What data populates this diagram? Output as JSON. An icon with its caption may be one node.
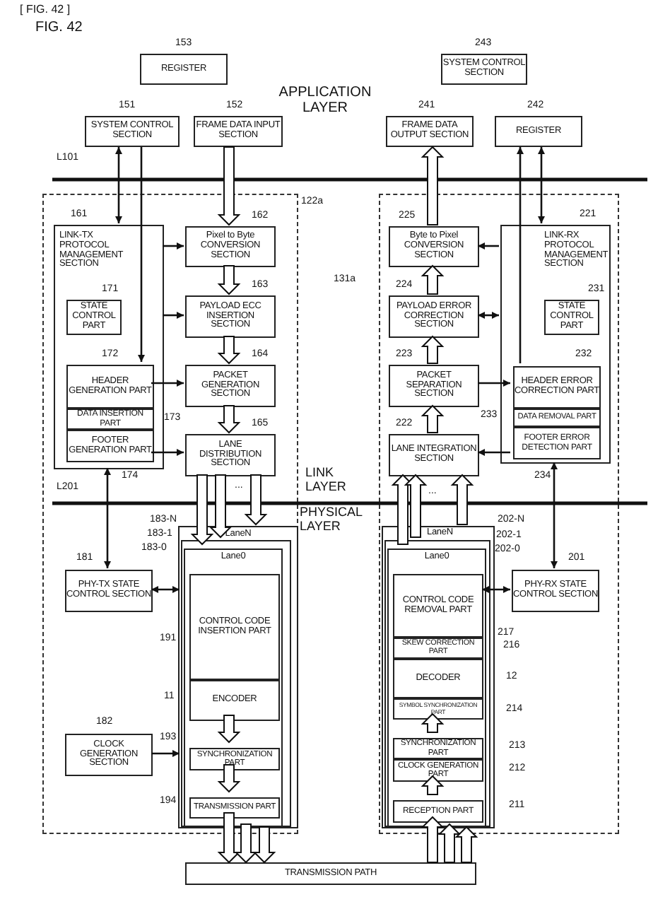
{
  "diagram": {
    "title": "FIG. 42",
    "nodes": [
      {
        "text": [
          "REGISTER"
        ],
        "beside": [
          "153"
        ]
      },
      {
        "text": [
          "SYSTEM CONTROL SECTION"
        ],
        "beside": [
          "243"
        ]
      },
      {
        "text": [
          "SYSTEM CONTROL SECTION"
        ],
        "beside": [
          "151"
        ]
      },
      {
        "text": [
          "FRAME DATA INPUT SECTION"
        ],
        "beside": [
          "152"
        ]
      },
      {
        "text": [
          "FRAME DATA OUTPUT SECTION"
        ],
        "beside": [
          "241"
        ]
      },
      {
        "text": [
          "REGISTER"
        ],
        "beside": [
          "242"
        ]
      },
      {
        "text": [],
        "shape": "box",
        "beside": [
          "122a"
        ]
      },
      {
        "text": [
          "LINK-TX PROTOCOL MANAGEMENT SECTION"
        ],
        "beside": [
          "161"
        ],
        "in": 6
      },
      {
        "text": [
          "STATE CONTROL PART"
        ],
        "beside": [
          "171"
        ],
        "in": 7
      },
      {
        "text": [
          "HEADER GENERATION PART"
        ],
        "beside": [
          "172"
        ],
        "in": 7
      },
      {
        "text": [
          "DATA INSERTION PART"
        ],
        "beside": [
          "173"
        ],
        "in": 7
      },
      {
        "text": [
          "FOOTER GENERATION PART"
        ],
        "beside": [
          "174"
        ],
        "in": 7
      },
      {
        "text": [
          "Pixel to Byte CONVERSION SECTION"
        ],
        "beside": [
          "162"
        ],
        "in": 6
      },
      {
        "text": [
          "PAYLOAD ECC INSERTION SECTION"
        ],
        "beside": [
          "163"
        ],
        "in": 6
      },
      {
        "text": [
          "PACKET GENERATION SECTION"
        ],
        "beside": [
          "164"
        ],
        "in": 6
      },
      {
        "text": [
          "LANE DISTRIBUTION SECTION"
        ],
        "beside": [
          "165"
        ],
        "in": 6
      },
      {
        "text": [],
        "shape": "box",
        "beside": [
          "131a"
        ]
      },
      {
        "text": [
          "Byte to Pixel CONVERSION SECTION"
        ],
        "beside": [
          "225"
        ],
        "in": 16
      },
      {
        "text": [
          "PAYLOAD ERROR CORRECTION SECTION"
        ],
        "beside": [
          "224"
        ],
        "in": 16
      },
      {
        "text": [
          "PACKET SEPARATION SECTION"
        ],
        "beside": [
          "223"
        ],
        "in": 16
      },
      {
        "text": [
          "LANE INTEGRATION SECTION"
        ],
        "beside": [
          "222"
        ],
        "in": 16
      },
      {
        "text": [
          "LINK-RX PROTOCOL MANAGEMENT SECTION"
        ],
        "beside": [
          "221"
        ],
        "in": 16
      },
      {
        "text": [
          "STATE CONTROL PART"
        ],
        "beside": [
          "231"
        ],
        "in": 21
      },
      {
        "text": [
          "HEADER ERROR CORRECTION PART"
        ],
        "beside": [
          "232"
        ],
        "in": 21
      },
      {
        "text": [
          "DATA REMOVAL PART"
        ],
        "in": 21
      },
      {
        "text": [
          "FOOTER ERROR DETECTION PART"
        ],
        "beside": [
          "234"
        ],
        "in": 21
      },
      {
        "text": [
          "PHY-TX STATE CONTROL SECTION"
        ],
        "beside": [
          "181"
        ],
        "in": 6
      },
      {
        "text": [
          "CLOCK GENERATION SECTION"
        ],
        "beside": [
          "182"
        ],
        "in": 6
      },
      {
        "text": [
          "LaneN"
        ],
        "beside": [
          "183-N"
        ],
        "in": 6
      },
      {
        "text": [],
        "shape": "box",
        "beside": [
          "183-1"
        ],
        "in": 28
      },
      {
        "text": [
          "Lane0"
        ],
        "beside": [
          "183-0"
        ],
        "in": 29
      },
      {
        "text": [
          "CONTROL CODE INSERTION PART"
        ],
        "beside": [
          "191"
        ],
        "in": 30
      },
      {
        "text": [
          "ENCODER"
        ],
        "beside": [
          "11"
        ],
        "in": 30
      },
      {
        "text": [
          "SYNCHRONIZATION PART"
        ],
        "in": 30
      },
      {
        "text": [
          "TRANSMISSION PART"
        ],
        "beside": [
          "194"
        ],
        "in": 30
      },
      {
        "text": [
          "LaneN"
        ],
        "beside": [
          "202-N"
        ],
        "in": 16
      },
      {
        "text": [],
        "shape": "box",
        "beside": [
          "202-1"
        ],
        "in": 35
      },
      {
        "text": [
          "Lane0"
        ],
        "beside": [
          "202-0"
        ],
        "in": 36
      },
      {
        "text": [
          "CONTROL CODE REMOVAL PART"
        ],
        "beside": [
          "217"
        ],
        "in": 37
      },
      {
        "text": [
          "SKEW CORRECTION PART"
        ],
        "beside": [
          "216"
        ],
        "in": 37
      },
      {
        "text": [
          "DECODER"
        ],
        "beside": [
          "12"
        ],
        "in": 37
      },
      {
        "text": [
          "SYMBOL SYNCHRONIZATION PART"
        ],
        "beside": [
          "214"
        ],
        "in": 37
      },
      {
        "text": [
          "SYNCHRONIZATION PART"
        ],
        "beside": [
          "213"
        ],
        "in": 37
      },
      {
        "text": [
          "CLOCK GENERATION PART"
        ],
        "beside": [
          "212"
        ],
        "in": 37
      },
      {
        "text": [
          "RECEPTION PART"
        ],
        "beside": [
          "211"
        ],
        "in": 37
      },
      {
        "text": [
          "PHY-RX STATE CONTROL SECTION"
        ],
        "beside": [
          "201"
        ],
        "in": 16
      },
      {
        "text": [
          "TRANSMISSION PATH"
        ]
      }
    ],
    "edges": [
      {
        "from": 2,
        "to": 7,
        "arrow": "both"
      },
      {
        "from": 2,
        "to": 9,
        "arrow": "to"
      },
      {
        "from": 3,
        "to": 12,
        "arrow": "to",
        "style": "thick"
      },
      {
        "from": 7,
        "to": 12,
        "arrow": "to"
      },
      {
        "from": 7,
        "to": 13,
        "arrow": "to"
      },
      {
        "from": 12,
        "to": 13,
        "arrow": "to",
        "style": "thick"
      },
      {
        "from": 13,
        "to": 14,
        "arrow": "to",
        "style": "thick"
      },
      {
        "from": 9,
        "to": 14,
        "arrow": "to"
      },
      {
        "from": 14,
        "to": 15,
        "arrow": "to",
        "style": "thick"
      },
      {
        "from": 11,
        "to": 15,
        "arrow": "to"
      },
      {
        "from": 15,
        "to": 30,
        "arrow": "to",
        "style": "thick"
      },
      {
        "from": 15,
        "to": 29,
        "arrow": "to",
        "style": "thick"
      },
      {
        "from": 15,
        "to": 28,
        "arrow": "to",
        "style": "thick"
      },
      {
        "from": 7,
        "to": 26,
        "arrow": "both"
      },
      {
        "from": 26,
        "to": 30,
        "arrow": "both"
      },
      {
        "from": 27,
        "to": 30,
        "arrow": "to"
      },
      {
        "from": 32,
        "to": 33,
        "arrow": "to",
        "style": "thick"
      },
      {
        "from": 33,
        "to": 34,
        "arrow": "to",
        "style": "thick"
      },
      {
        "from": 34,
        "to": 46,
        "arrow": "to",
        "style": "thick"
      },
      {
        "from": 29,
        "to": 46,
        "arrow": "to",
        "style": "thick"
      },
      {
        "from": 28,
        "to": 46,
        "arrow": "to",
        "style": "thick"
      },
      {
        "from": 46,
        "to": 44,
        "arrow": "to",
        "style": "thick"
      },
      {
        "from": 46,
        "to": 36,
        "arrow": "to",
        "style": "thick"
      },
      {
        "from": 46,
        "to": 35,
        "arrow": "to",
        "style": "thick"
      },
      {
        "from": 44,
        "to": 43,
        "arrow": "to",
        "style": "thick"
      },
      {
        "from": 42,
        "to": 41,
        "arrow": "to",
        "style": "thick"
      },
      {
        "from": 37,
        "to": 20,
        "arrow": "to",
        "style": "thick"
      },
      {
        "from": 36,
        "to": 20,
        "arrow": "to",
        "style": "thick"
      },
      {
        "from": 35,
        "to": 20,
        "arrow": "to",
        "style": "thick"
      },
      {
        "from": 20,
        "to": 19,
        "arrow": "to",
        "style": "thick"
      },
      {
        "from": 19,
        "to": 18,
        "arrow": "to",
        "style": "thick"
      },
      {
        "from": 18,
        "to": 17,
        "arrow": "to",
        "style": "thick"
      },
      {
        "from": 17,
        "to": 4,
        "arrow": "to",
        "style": "thick"
      },
      {
        "from": 21,
        "to": 17,
        "arrow": "to"
      },
      {
        "from": 21,
        "to": 18,
        "arrow": "both"
      },
      {
        "from": 19,
        "to": 23,
        "arrow": "to"
      },
      {
        "from": 25,
        "to": 20,
        "arrow": "to"
      },
      {
        "from": 21,
        "to": 45,
        "arrow": "both"
      },
      {
        "from": 37,
        "to": 45,
        "arrow": "both"
      },
      {
        "from": 5,
        "to": 21,
        "arrow": "both"
      },
      {
        "from": 23,
        "to": 5,
        "arrow": "to"
      }
    ],
    "labels": [
      "[ FIG. 42 ]",
      "APPLICATION LAYER",
      "L101",
      "LINK LAYER",
      "L201",
      "PHYSICAL LAYER",
      "...",
      "...",
      "233",
      "193"
    ]
  }
}
